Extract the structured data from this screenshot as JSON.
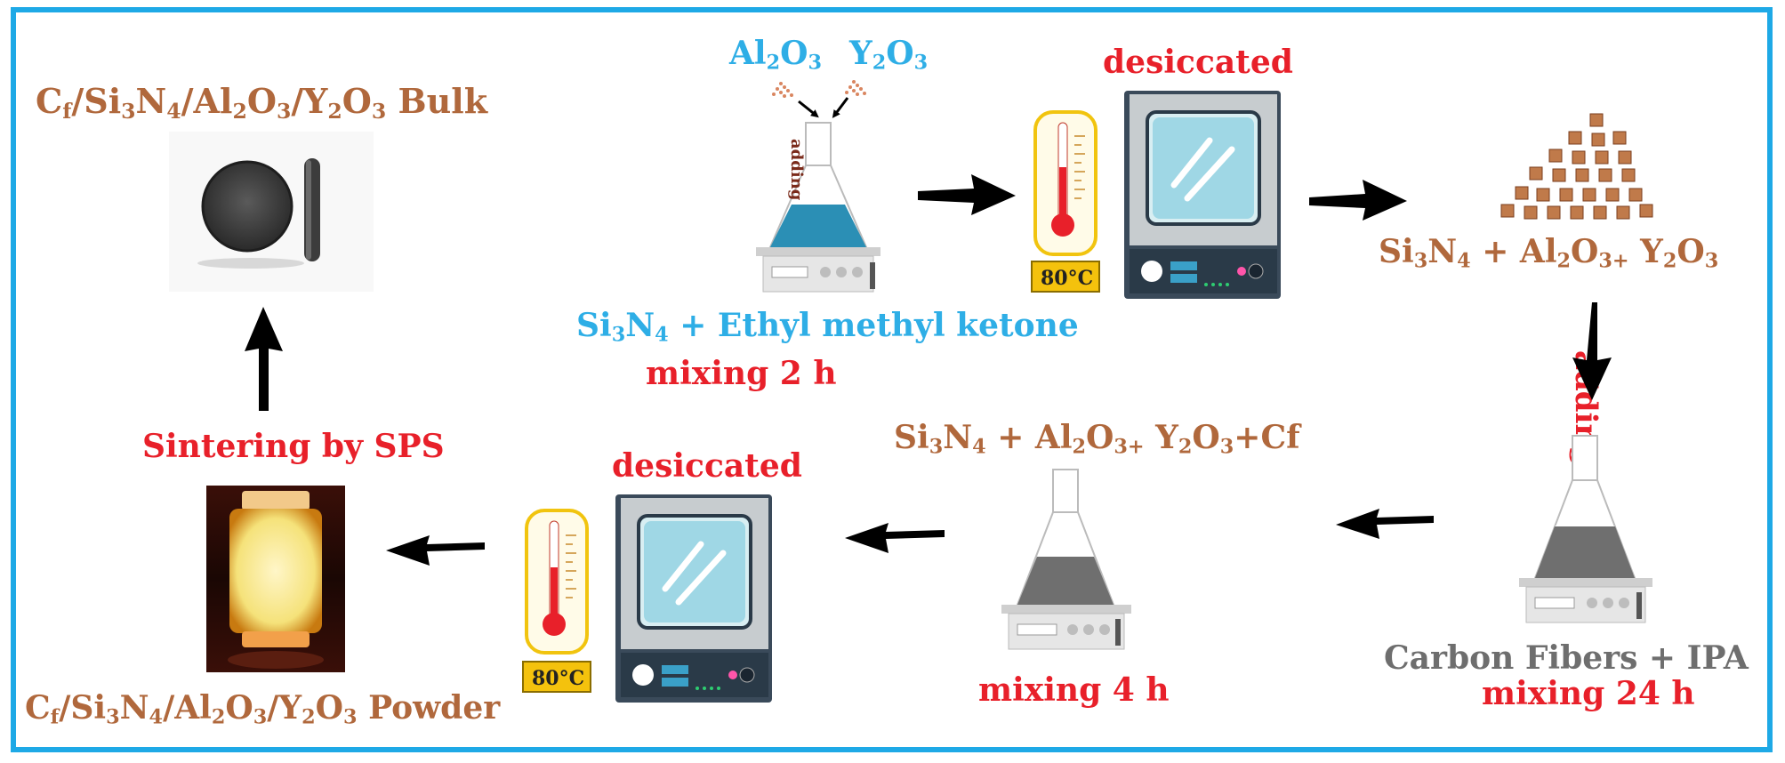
{
  "process_flow": {
    "bulk": {
      "formula": [
        [
          "C",
          ""
        ],
        [
          "f",
          "sub"
        ],
        [
          "/Si",
          ""
        ],
        [
          "3",
          "sub"
        ],
        [
          "N",
          ""
        ],
        [
          "4",
          "sub"
        ],
        [
          "/Al",
          ""
        ],
        [
          "2",
          "sub"
        ],
        [
          "O",
          ""
        ],
        [
          "3",
          "sub"
        ],
        [
          "/Y",
          ""
        ],
        [
          "2",
          "sub"
        ],
        [
          "O",
          ""
        ],
        [
          "3",
          "sub"
        ]
      ],
      "suffix": " Bulk"
    },
    "oxides": {
      "al2o3": [
        [
          "Al",
          ""
        ],
        [
          "2",
          "sub"
        ],
        [
          "O",
          ""
        ],
        [
          "3",
          "sub"
        ]
      ],
      "y2o3": [
        [
          "Y",
          ""
        ],
        [
          "2",
          "sub"
        ],
        [
          "O",
          ""
        ],
        [
          "3",
          "sub"
        ]
      ],
      "adding_top": "adding"
    },
    "step_mix_ketone": {
      "formula": [
        [
          "Si",
          ""
        ],
        [
          "3",
          "sub"
        ],
        [
          "N",
          ""
        ],
        [
          "4",
          "sub"
        ],
        [
          " + Ethyl methyl ketone",
          ""
        ]
      ],
      "mixing": "mixing 2 h"
    },
    "desiccated_top": {
      "label": "desiccated",
      "temperature": "80°C"
    },
    "powder_mix": {
      "formula": [
        [
          "Si",
          ""
        ],
        [
          "3",
          "sub"
        ],
        [
          "N",
          ""
        ],
        [
          "4",
          "sub"
        ],
        [
          " + Al",
          ""
        ],
        [
          "2",
          "sub"
        ],
        [
          "O",
          ""
        ],
        [
          "3+",
          "sub"
        ],
        [
          " Y",
          ""
        ],
        [
          "2",
          "sub"
        ],
        [
          "O",
          ""
        ],
        [
          "3",
          "sub"
        ]
      ]
    },
    "adding_right": "adding",
    "step_carbon": {
      "label": "Carbon Fibers  + IPA",
      "mixing": "mixing 24 h"
    },
    "step_mix_cf": {
      "formula": [
        [
          "Si",
          ""
        ],
        [
          "3",
          "sub"
        ],
        [
          "N",
          ""
        ],
        [
          "4",
          "sub"
        ],
        [
          " + Al",
          ""
        ],
        [
          "2",
          "sub"
        ],
        [
          "O",
          ""
        ],
        [
          "3+",
          "sub"
        ],
        [
          " Y",
          ""
        ],
        [
          "2",
          "sub"
        ],
        [
          "O",
          ""
        ],
        [
          "3",
          "sub"
        ],
        [
          "+Cf",
          ""
        ]
      ],
      "mixing": "mixing 4 h"
    },
    "desiccated_bottom": {
      "label": "desiccated",
      "temperature": "80°C"
    },
    "sintering": {
      "label": "Sintering by SPS"
    },
    "powder_product": {
      "formula": [
        [
          "C",
          ""
        ],
        [
          "f",
          "sub"
        ],
        [
          "/Si",
          ""
        ],
        [
          "3",
          "sub"
        ],
        [
          "N",
          ""
        ],
        [
          "4",
          "sub"
        ],
        [
          "/Al",
          ""
        ],
        [
          "2",
          "sub"
        ],
        [
          "O",
          ""
        ],
        [
          "3",
          "sub"
        ],
        [
          "/Y",
          ""
        ],
        [
          "2",
          "sub"
        ],
        [
          "O",
          ""
        ],
        [
          "3",
          "sub"
        ]
      ],
      "suffix": " Powder"
    }
  },
  "colors": {
    "frame": "#1ea9e6",
    "formula_brown": "#b0683c",
    "accent_red": "#e8202a",
    "accent_blue": "#2eaee6",
    "label_gray": "#6e6e6e",
    "arrow": "#000000"
  }
}
